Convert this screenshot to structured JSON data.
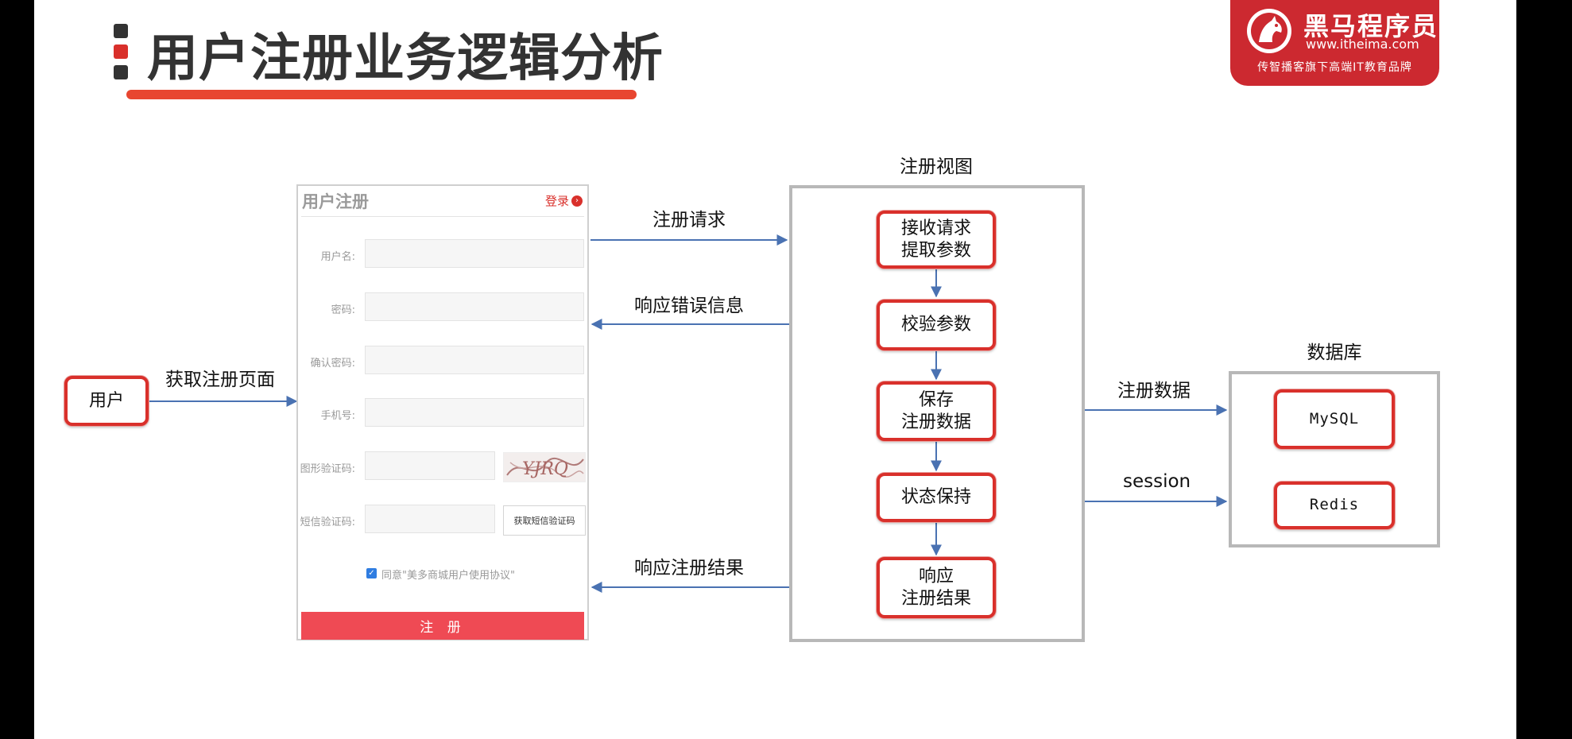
{
  "title": "用户注册业务逻辑分析",
  "brand": {
    "name": "黑马程序员",
    "url": "www.itheima.com",
    "slogan": "传智播客旗下高端IT教育品牌"
  },
  "colors": {
    "accent_red": "#d9302b",
    "arrow_blue": "#4a72b2",
    "title_bar": "#e84630",
    "box_gray": "#b8b8b8",
    "submit_red": "#ef4a54"
  },
  "nodes": {
    "user": "用户",
    "view_title": "注册视图",
    "steps": [
      "接收请求\n提取参数",
      "校验参数",
      "保存\n注册数据",
      "状态保持",
      "响应\n注册结果"
    ],
    "db_title": "数据库",
    "mysql": "MySQL",
    "redis": "Redis"
  },
  "arrows": {
    "get_page": "获取注册页面",
    "register_request": "注册请求",
    "error_response": "响应错误信息",
    "register_result": "响应注册结果",
    "register_data": "注册数据",
    "session": "session"
  },
  "form": {
    "title": "用户注册",
    "login_link": "登录",
    "login_icon": "chevron-right-icon",
    "fields": {
      "username": "用户名:",
      "password": "密码:",
      "confirm_password": "确认密码:",
      "phone": "手机号:",
      "image_code": "图形验证码:",
      "sms_code": "短信验证码:"
    },
    "captcha_text": "YJRQ",
    "sms_button": "获取短信验证码",
    "agree": "同意\"美多商城用户使用协议\"",
    "agree_checked": true,
    "submit": "注 册"
  }
}
